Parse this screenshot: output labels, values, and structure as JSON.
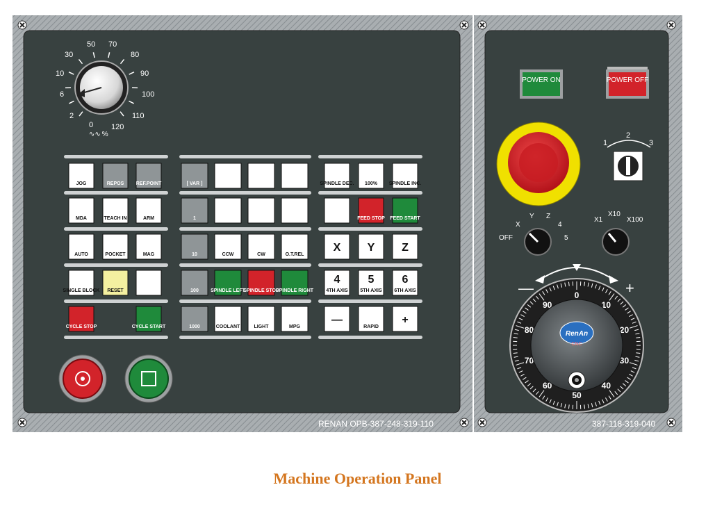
{
  "title": "Machine Operation Panel",
  "feed_dial": {
    "ticks": [
      "0",
      "2",
      "6",
      "10",
      "30",
      "50",
      "70",
      "80",
      "90",
      "100",
      "110",
      "120"
    ],
    "unit": "%"
  },
  "mode_buttons": [
    [
      "JOG",
      "REPOS",
      "REF.POINT"
    ],
    [
      "MDA",
      "TEACH IN",
      "ARM"
    ],
    [
      "AUTO",
      "POCKET",
      "MAG"
    ],
    [
      "SINGLE BLOCK",
      "RESET",
      ""
    ],
    [
      "CYCLE STOP",
      "",
      "CYCLE START"
    ]
  ],
  "increment_buttons": [
    "[ VAR ]",
    "1",
    "10",
    "100",
    "1000"
  ],
  "mid_buttons": [
    [
      "",
      "",
      ""
    ],
    [
      "",
      "",
      ""
    ],
    [
      "CCW",
      "CW",
      "O.T.REL"
    ],
    [
      "SPINDLE LEFT",
      "SPINDLE STOP",
      "SPINDLE RIGHT"
    ],
    [
      "COOLANT",
      "LIGHT",
      "MPG"
    ]
  ],
  "right_buttons": [
    [
      "SPINDLE DEC.",
      "100%",
      "SPINDLE INC."
    ],
    [
      "",
      "FEED STOP",
      "FEED START"
    ],
    [
      "X",
      "Y",
      "Z"
    ],
    [
      "4TH AXIS",
      "5TH AXIS",
      "6TH AXIS"
    ],
    [
      "—",
      "RAPID",
      "+"
    ]
  ],
  "axis_nums": [
    "4",
    "5",
    "6"
  ],
  "power_on": "POWER ON",
  "power_off": "POWER OFF",
  "selector": {
    "labels": [
      "1",
      "2",
      "3"
    ]
  },
  "axis_knob": {
    "labels": [
      "OFF",
      "X",
      "Y",
      "Z",
      "4",
      "5"
    ]
  },
  "mult_knob": {
    "labels": [
      "X1",
      "X10",
      "X100"
    ]
  },
  "handwheel": {
    "marks": [
      "0",
      "10",
      "20",
      "30",
      "40",
      "50",
      "60",
      "70",
      "80",
      "90"
    ],
    "minus": "—",
    "plus": "+",
    "brand": "RenAn",
    "sub": "CNC"
  },
  "footer_left": "RENAN OPB-387-248-319-110",
  "footer_right": "387-118-319-040",
  "colors": {
    "panel": "#384140",
    "frame": "#9aa0a3",
    "green": "#1f8a3b",
    "red": "#d2232a",
    "yellow": "#f0e000",
    "title": "#d4761f"
  }
}
